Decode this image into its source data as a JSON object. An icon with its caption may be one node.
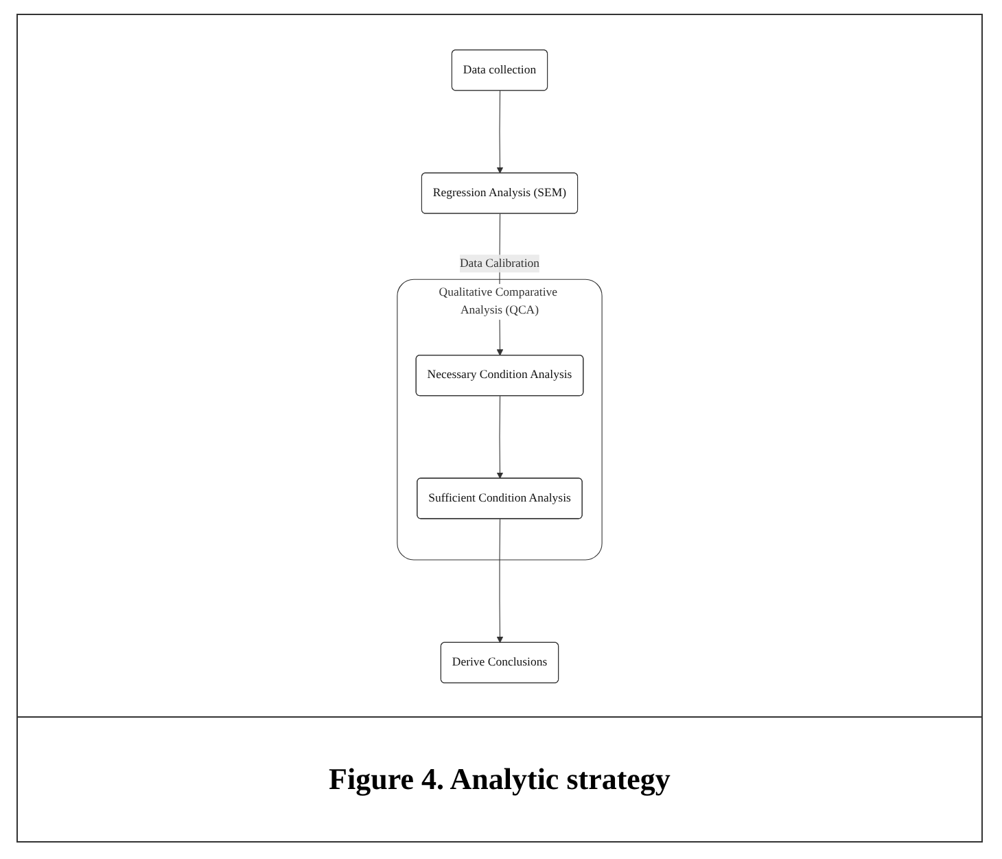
{
  "diagram": {
    "caption": "Figure 4. Analytic strategy",
    "nodes": [
      {
        "text": [
          "Data collection"
        ]
      },
      {
        "text": [
          "Regression Analysis (SEM)"
        ]
      },
      {
        "text": [
          "Qualitative Comparative Analysis (QCA)"
        ]
      },
      {
        "text": [
          "Necessary Condition Analysis"
        ],
        "in": 2
      },
      {
        "text": [
          "Sufficient Condition Analysis"
        ],
        "in": 2
      },
      {
        "text": [
          "Derive Conclusions"
        ]
      }
    ],
    "edges": [
      {
        "from": 0,
        "to": 1,
        "arrow": "to"
      },
      {
        "from": 1,
        "to": 3,
        "arrow": "to",
        "label": "Data Calibration"
      },
      {
        "from": 3,
        "to": 4,
        "arrow": "to"
      },
      {
        "from": 4,
        "to": 5,
        "arrow": "to"
      }
    ]
  }
}
